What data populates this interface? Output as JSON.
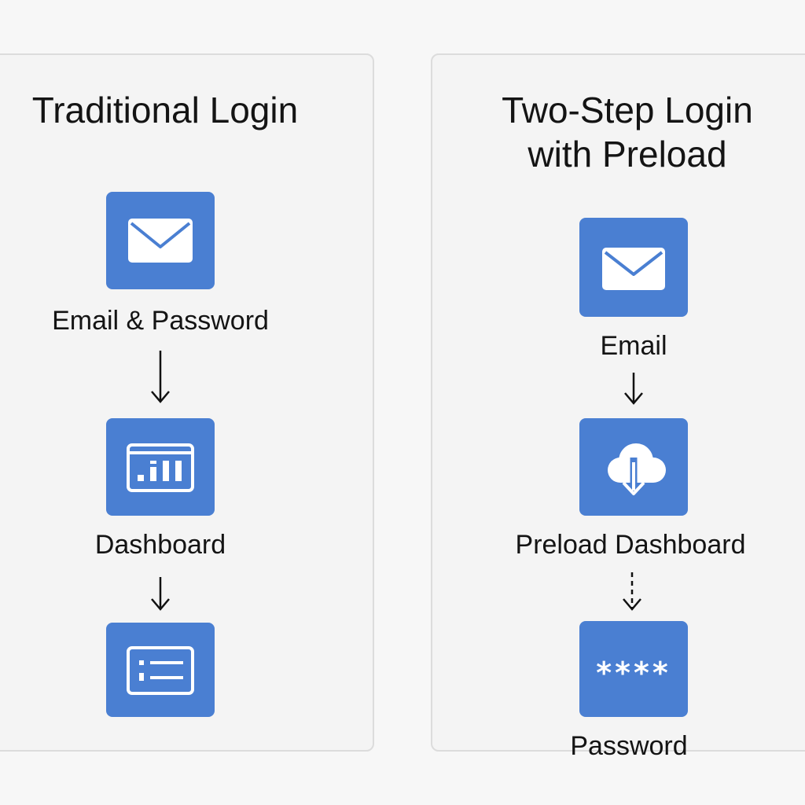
{
  "traditional": {
    "title": "Traditional Login",
    "steps": [
      {
        "label": "Email & Password",
        "icon": "envelope-icon"
      },
      {
        "label": "Dashboard",
        "icon": "dashboard-icon"
      },
      {
        "label": "",
        "icon": "list-icon"
      }
    ]
  },
  "two_step": {
    "title_line1": "Two-Step Login",
    "title_line2": "with Preload",
    "steps": [
      {
        "label": "Email",
        "icon": "envelope-icon"
      },
      {
        "label": "Preload Dashboard",
        "icon": "cloud-download-icon"
      },
      {
        "label": "Password",
        "icon": "password-icon",
        "mask": "****"
      }
    ]
  },
  "colors": {
    "tile": "#4a7fd2",
    "background": "#f7f7f7",
    "text": "#141414"
  }
}
